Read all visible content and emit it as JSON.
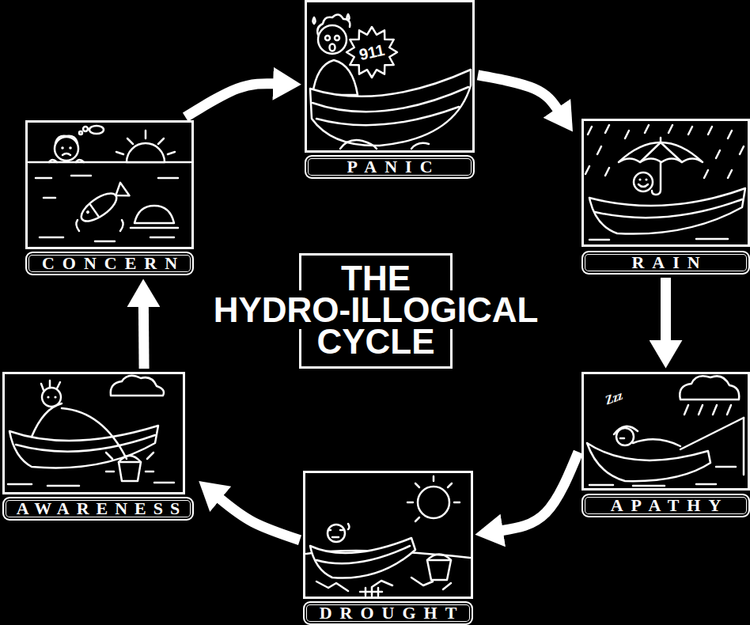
{
  "diagram": {
    "title": "THE HYDRO-ILLOGICAL CYCLE",
    "nodes": [
      {
        "text": [
          "CONCERN"
        ]
      },
      {
        "text": [
          "PANIC"
        ]
      },
      {
        "text": [
          "RAIN"
        ]
      },
      {
        "text": [
          "APATHY"
        ]
      },
      {
        "text": [
          "DROUGHT"
        ]
      },
      {
        "text": [
          "AWARENESS"
        ]
      }
    ],
    "edges": [
      {
        "from": 0,
        "to": 1,
        "arrow": "to"
      },
      {
        "from": 1,
        "to": 2,
        "arrow": "to"
      },
      {
        "from": 2,
        "to": 3,
        "arrow": "to"
      },
      {
        "from": 3,
        "to": 4,
        "arrow": "to"
      },
      {
        "from": 4,
        "to": 5,
        "arrow": "to"
      },
      {
        "from": 5,
        "to": 0,
        "arrow": "to"
      }
    ],
    "labels": [
      "911",
      "Zzz"
    ]
  }
}
